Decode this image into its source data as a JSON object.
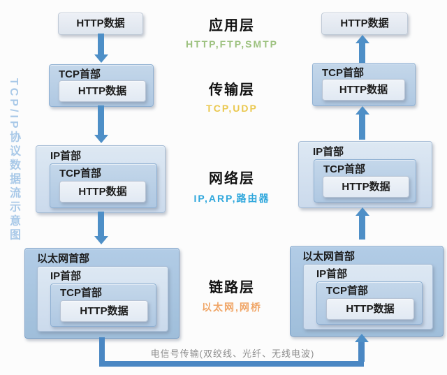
{
  "diagram_title": "TCP/IP协议数据流示意图",
  "boxes": {
    "http_data": "HTTP数据",
    "tcp_header": "TCP首部",
    "ip_header": "IP首部",
    "ethernet_header": "以太网首部"
  },
  "layers": [
    {
      "name": "应用层",
      "protocols": "HTTP,FTP,SMTP",
      "color": "#9cc17e"
    },
    {
      "name": "传输层",
      "protocols": "TCP,UDP",
      "color": "#eac84f"
    },
    {
      "name": "网络层",
      "protocols": "IP,ARP,路由器",
      "color": "#2fa7dc"
    },
    {
      "name": "链路层",
      "protocols": "以太网,网桥",
      "color": "#f0a566"
    }
  ],
  "transmission_note": "电信号传输(双绞线、光纤、无线电波)",
  "colors": {
    "arrow": "#4e8fc7",
    "connector": "#4a87c3",
    "vertical_title": "#a9c9e8",
    "box_ethernet": "#a8c5e2",
    "box_ip": "#d5e2f0",
    "box_tcp": "#bad0e8",
    "box_http": "#e9eff7"
  }
}
